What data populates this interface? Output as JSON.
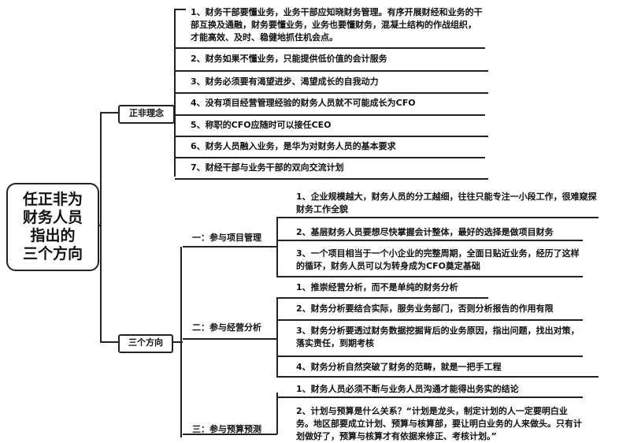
{
  "root": {
    "lines": [
      "任正非为",
      "财务人员",
      "指出的",
      "三个方向"
    ]
  },
  "main_branches": [
    {
      "label": "正非理念",
      "items": [
        "1、财务干部要懂业务，业务干部应知晓财务管理。有序开展财经和业务的干部互换及通融，财务要懂业务，业务也要懂财务，混凝土结构的作战组织，才能高效、及时、稳健地抓住机会点。",
        "2、财务如果不懂业务，只能提供低价值的会计服务",
        "3、财务必须要有渴望进步、渴望成长的自我动力",
        "4、没有项目经营管理经验的财务人员就不可能成长为CFO",
        "5、称职的CFO应随时可以接任CEO",
        "6、财务人员融入业务，是华为对财务人员的基本要求",
        "7、财经干部与业务干部的双向交流计划"
      ]
    },
    {
      "label": "三个方向",
      "subs": [
        {
          "label": "一：参与项目管理",
          "items": [
            "1、企业规模越大，财务人员的分工越细，往往只能专注一小段工作，很难窥探财务工作全貌",
            "2、基层财务人员要想尽快掌握会计整体，最好的选择是做项目财务",
            "3、一个项目相当于一个小企业的完整周期，全面日贴近业务，经历了这样的循环，财务人员可以为转身成为CFO奠定基础"
          ]
        },
        {
          "label": "二：参与经营分析",
          "items": [
            "1、推崇经营分析，而不是单纯的财务分析",
            "2、财务分析要结合实际，服务业务部门，否则分析报告的作用有限",
            "3、财务分析要透过财务数据挖掘背后的业务原因，指出问题，找出对策，落实责任，到期考核",
            "4、财务分析自然突破了财务的范畴，就是一把手工程"
          ]
        },
        {
          "label": "三：参与预算预测",
          "items": [
            "1、财务人员必须不断与业务人员沟通才能得出务实的结论",
            "2、计划与预算是什么关系？“计划是龙头，制定计划的人一定要明白业务。地区部要成立计划、预算与核算部，要让明白业务的人来做头。只有计划做好了，预算与核算才有依据来修正、考核计划。”"
          ]
        }
      ]
    }
  ]
}
